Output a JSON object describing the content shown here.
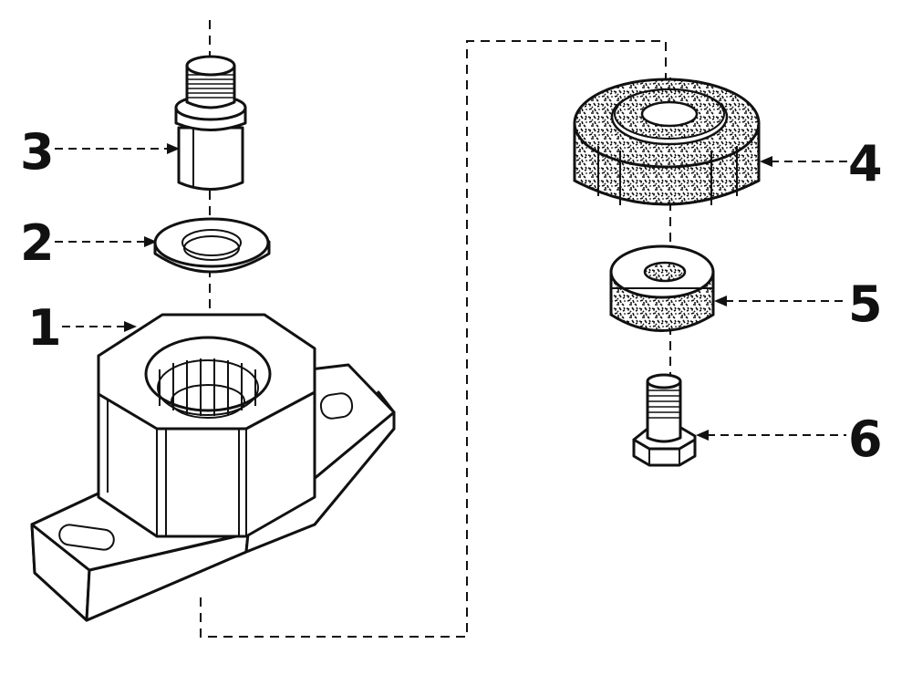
{
  "labels": {
    "part_1": "1",
    "part_2": "2",
    "part_3": "3",
    "part_4": "4",
    "part_5": "5",
    "part_6": "6"
  },
  "colors": {
    "ink": "#111111",
    "paper": "#ffffff",
    "rubber_fill": "#2a2a2a"
  }
}
